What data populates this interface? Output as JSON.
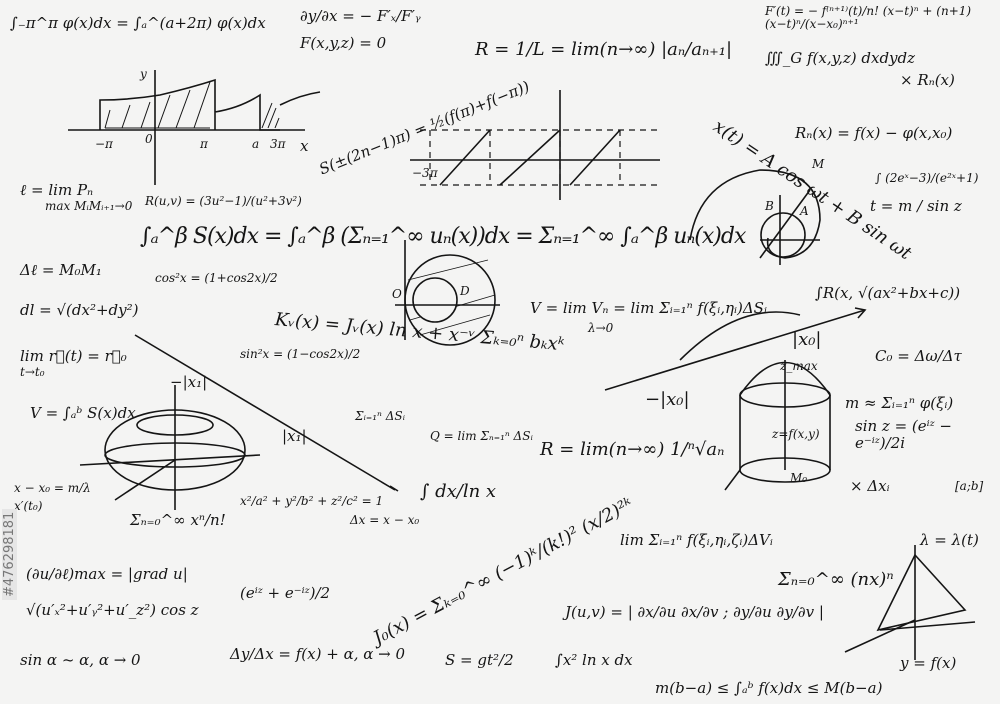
{
  "formulas": [
    "∫₋π^π φ(x)dx = ∫ₐ^(a+2π) φ(x)dx",
    "∂y/∂x = − F′ₓ/F′ᵧ",
    "F(x,y,z) = 0",
    "S(±(2n−1)π) = ½(f(π)+f(−π))",
    "R = 1/L = lim(n→∞) |aₙ/aₙ₊₁|",
    "F′(t) = − f⁽ⁿ⁺¹⁾(t)/n! (x−t)ⁿ + (n+1)(x−t)ⁿ/(x−x₀)ⁿ⁺¹",
    "× Rₙ(x)",
    "∭_G f(x,y,z) dxdydz",
    "Rₙ(x) = f(x) − φ(x,x₀)",
    "x(t) = A cos ωt + B sin ωt",
    "∫ (2eˣ−3)/(e²ˣ+1)",
    "t = m / sin z",
    "ℓ = lim Pₙ",
    "max MᵢMᵢ₊₁→0",
    "R(u,v) = (3u²−1)/(u²+3v²)",
    "∫ₐ^β S(x)dx = ∫ₐ^β (Σₙ₌₁^∞ uₙ(x))dx = Σₙ₌₁^∞ ∫ₐ^β uₙ(x)dx",
    "Δℓ = M₀M₁",
    "dl = √(dx²+dy²)",
    "cos²x = (1+cos2x)/2",
    "Kᵥ(x) = Jᵥ(x) ln x + x⁻ᵛ Σₖ₌₀ⁿ bₖxᵏ",
    "V = lim Vₙ = lim Σᵢ₌₁ⁿ f(ξᵢ,ηᵢ)ΔSᵢ",
    "∫R(x, √(ax²+bx+c))",
    "lim r⃗(t) = r⃗₀",
    "t→t₀",
    "sin²x = (1−cos2x)/2",
    "Σᵢ₌₁ⁿ ΔSᵢ",
    "C₀ = Δω/Δτ",
    "V = ∫ₐᵇ S(x)dx",
    "m ≈ Σᵢ₌₁ⁿ φ(ξᵢ)",
    "Q = lim Σₙ₌₁ⁿ ΔSᵢ",
    "R = lim(n→∞) 1/ⁿ√aₙ",
    "sin z = (eⁱᶻ − e⁻ⁱᶻ)/2i",
    "× Δxᵢ",
    "[a;b]",
    "∫ dx/ln x",
    "x − x₀ = m/λ",
    "x′(t₀)",
    "x²/a² + y²/b² + z²/c² = 1",
    "Σₙ₌₀^∞ xⁿ/n!",
    "Δx = x − x₀",
    "J₀(x) = Σₖ₌₀^∞ (−1)ᵏ/(k!)² (x/2)²ᵏ",
    "lim Σᵢ₌₁ⁿ f(ξᵢ,ηᵢ,ζᵢ)ΔVᵢ",
    "λ = λ(t)",
    "(∂u/∂ℓ)max = |grad u|",
    "√(u′ₓ²+u′ᵧ²+u′_z²) cos z",
    "(eⁱᶻ + e⁻ⁱᶻ)/2",
    "J(u,v) = | ∂x/∂u  ∂x/∂v ; ∂y/∂u  ∂y/∂v |",
    "Σₙ₌₀^∞ (nx)ⁿ",
    "sin α ~ α, α → 0",
    "Δy/Δx = f(x) + α, α → 0",
    "S = gt²/2",
    "∫x² ln x dx",
    "m(b−a) ≤ ∫ₐᵇ f(x)dx ≤ M(b−a)",
    "y = f(x)",
    "λ→0",
    "|x₀|",
    "−|x₀|",
    "|x₁|",
    "−|x₁|"
  ],
  "graph_labels": [
    "y",
    "x",
    "−π",
    "0",
    "π",
    "a",
    "3π",
    "−3π",
    "O",
    "D",
    "z_max",
    "z=f(x,y)",
    "M₀",
    "M",
    "B",
    "A"
  ],
  "watermark": "#476298181",
  "colors": {
    "paper": "#f4f4f3",
    "ink": "#151515"
  }
}
